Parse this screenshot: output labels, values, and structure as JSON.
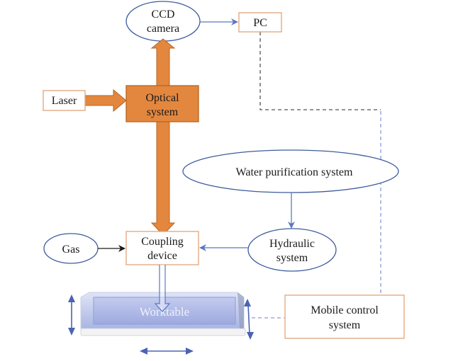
{
  "diagram": {
    "nodes": {
      "ccd_camera": {
        "line1": "CCD",
        "line2": "camera",
        "shape": "ellipse"
      },
      "pc": {
        "label": "PC",
        "shape": "rectangle"
      },
      "laser": {
        "label": "Laser",
        "shape": "rectangle"
      },
      "optical_system": {
        "line1": "Optical",
        "line2": "system",
        "shape": "filled-rectangle"
      },
      "water_purification": {
        "label": "Water purification system",
        "shape": "ellipse"
      },
      "gas": {
        "label": "Gas",
        "shape": "ellipse"
      },
      "coupling_device": {
        "line1": "Coupling",
        "line2": "device",
        "shape": "rectangle"
      },
      "hydraulic_system": {
        "line1": "Hydraulic",
        "line2": "system",
        "shape": "ellipse"
      },
      "worktable": {
        "label": "Worktable",
        "shape": "3d-plate"
      },
      "mobile_control": {
        "line1": "Mobile control",
        "line2": "system",
        "shape": "rectangle"
      }
    },
    "edges": [
      {
        "from": "ccd_camera",
        "to": "pc",
        "style": "blue-arrow"
      },
      {
        "from": "laser",
        "to": "optical_system",
        "style": "thick-orange-arrow"
      },
      {
        "from": "optical_system",
        "to": "ccd_camera",
        "style": "thick-orange-arrow"
      },
      {
        "from": "optical_system",
        "to": "coupling_device",
        "style": "thick-orange-arrow"
      },
      {
        "from": "water_purification",
        "to": "hydraulic_system",
        "style": "blue-arrow"
      },
      {
        "from": "gas",
        "to": "coupling_device",
        "style": "black-arrow"
      },
      {
        "from": "hydraulic_system",
        "to": "coupling_device",
        "style": "blue-arrow"
      },
      {
        "from": "coupling_device",
        "to": "worktable",
        "style": "hollow-blue-arrow"
      },
      {
        "from": "pc",
        "to": "mobile_control",
        "style": "dashed"
      },
      {
        "from": "worktable",
        "to": "mobile_control",
        "style": "dashed"
      }
    ],
    "motion_arrows": [
      "vertical-left",
      "vertical-right",
      "horizontal-bottom"
    ],
    "colors": {
      "orange_fill": "#e3873f",
      "orange_border": "#b8651f",
      "orange_box_border": "#e0a37c",
      "blue_line": "#5b78c0",
      "ellipse_border": "#3d5c9c",
      "dashed_gray": "#555555",
      "dashed_blue": "#8a9ad6",
      "worktable_fill": "#b7c2ea"
    }
  }
}
